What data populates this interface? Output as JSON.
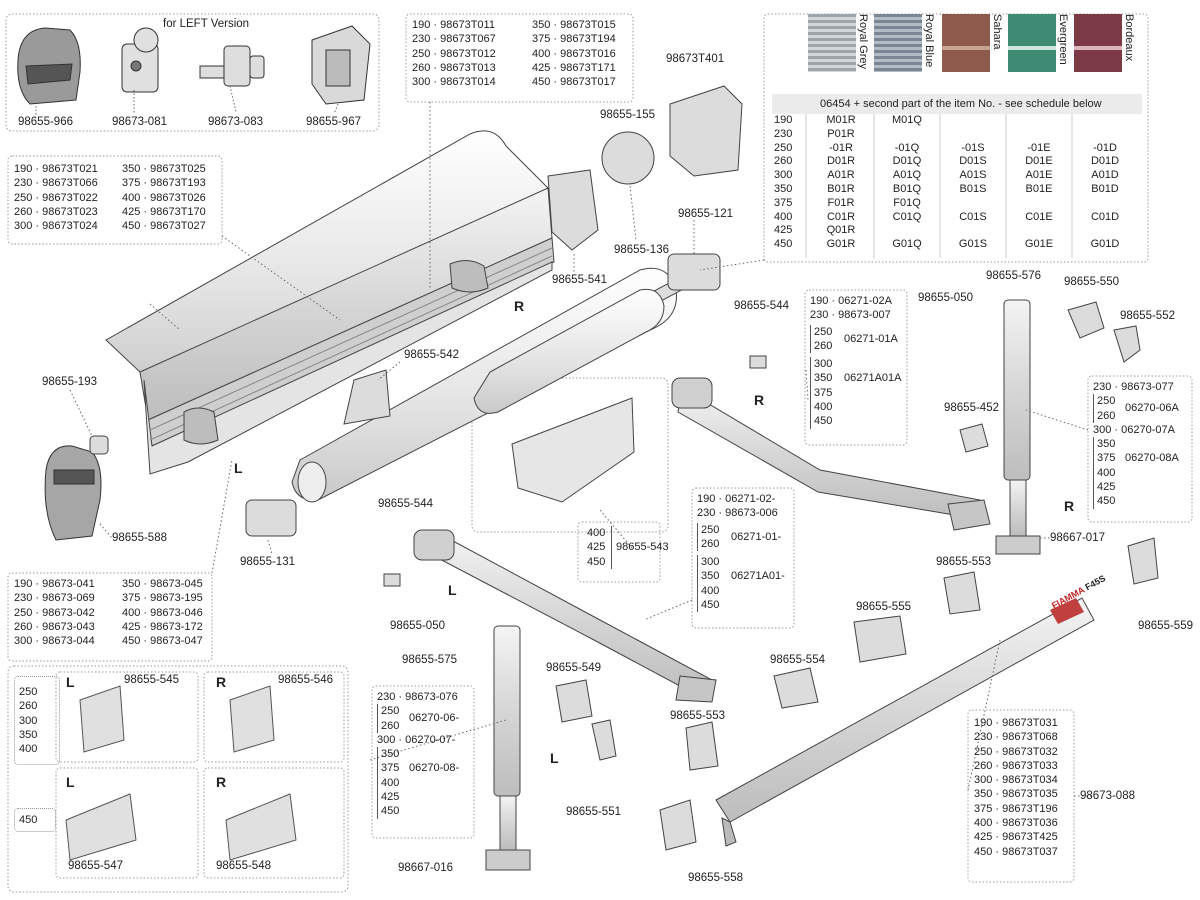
{
  "variants": {
    "left_version": "for LEFT Version"
  },
  "sides": {
    "r": "R",
    "l": "L"
  },
  "parts": {
    "p966": "98655-966",
    "p081": "98673-081",
    "p083": "98673-083",
    "p967": "98655-967",
    "p193": "98655-193",
    "p588": "98655-588",
    "p131": "98655-131",
    "p542": "98655-542",
    "p541": "98655-541",
    "p136": "98655-136",
    "p155": "98655-155",
    "p121": "98655-121",
    "pT401": "98673T401",
    "p544": "98655-544",
    "p543": "98655-543",
    "p050": "98655-050",
    "p575": "98655-575",
    "p576": "98655-576",
    "p550": "98655-550",
    "p552": "98655-552",
    "p452": "98655-452",
    "p017": "98667-017",
    "p559": "98655-559",
    "p553": "98655-553",
    "p555": "98655-555",
    "p554": "98655-554",
    "p549": "98655-549",
    "p551": "98655-551",
    "p558": "98655-558",
    "p016": "98667-016",
    "p088": "98673-088",
    "p545": "98655-545",
    "p546": "98655-546",
    "p547": "98655-547",
    "p548": "98655-548"
  },
  "table_top_rails": [
    [
      "190 · 98673T011",
      "350 · 98673T015"
    ],
    [
      "230 · 98673T067",
      "375 · 98673T194"
    ],
    [
      "250 · 98673T012",
      "400 · 98673T016"
    ],
    [
      "260 · 98673T013",
      "425 · 98673T171"
    ],
    [
      "300 · 98673T014",
      "450 · 98673T017"
    ]
  ],
  "table_cover": [
    [
      "190 · 98673T021",
      "350 · 98673T025"
    ],
    [
      "230 · 98673T066",
      "375 · 98673T193"
    ],
    [
      "250 · 98673T022",
      "400 · 98673T026"
    ],
    [
      "260 · 98673T023",
      "425 · 98673T170"
    ],
    [
      "300 · 98673T024",
      "450 · 98673T027"
    ]
  ],
  "table_bottom_left": [
    [
      "190 · 98673-041",
      "350 · 98673-045"
    ],
    [
      "230 · 98673-069",
      "375 · 98673-195"
    ],
    [
      "250 · 98673-042",
      "400 · 98673-046"
    ],
    [
      "260 · 98673-043",
      "425 · 98673-172"
    ],
    [
      "300 · 98673-044",
      "450 · 98673-047"
    ]
  ],
  "table_front_bar": [
    "190 · 98673T031",
    "230 · 98673T068",
    "250 · 98673T032",
    "260 · 98673T033",
    "300 · 98673T034",
    "350 · 98673T035",
    "375 · 98673T196",
    "400 · 98673T036",
    "425 · 98673T425",
    "450 · 98673T037"
  ],
  "arm_r": {
    "row190": "190 · 06271-02A",
    "row230": "230 · 98673-007",
    "sizes_a": [
      "250",
      "260"
    ],
    "code_a": "06271-01A",
    "sizes_b": [
      "300",
      "350",
      "375",
      "400",
      "450"
    ],
    "code_b": "06271A01A"
  },
  "arm_l": {
    "row190": "190 · 06271-02-",
    "row230": "230 · 98673-006",
    "sizes_a": [
      "250",
      "260"
    ],
    "code_a": "06271-01-",
    "sizes_b": [
      "300",
      "350",
      "400",
      "450"
    ],
    "code_b": "06271A01-"
  },
  "leg_r": {
    "row230": "230 · 98673-077",
    "sizes_a": [
      "250",
      "260"
    ],
    "code_a": "06270-06A",
    "row300": "300 · 06270-07A",
    "sizes_b": [
      "350",
      "375",
      "400",
      "425",
      "450"
    ],
    "code_b": "06270-08A"
  },
  "leg_l": {
    "row230": "230 · 98673-076",
    "sizes_a": [
      "250",
      "260"
    ],
    "code_a": "06270-06-",
    "row300": "300 · 06270-07-",
    "sizes_b": [
      "350",
      "375",
      "400",
      "425",
      "450"
    ],
    "code_b": "06270-08-"
  },
  "box_543": {
    "sizes": [
      "400",
      "425",
      "450"
    ],
    "code": "98655-543"
  },
  "brackets": {
    "sizes_main": [
      "250",
      "260",
      "300",
      "350",
      "400"
    ],
    "size_450": "450"
  },
  "fabric": {
    "colors": [
      {
        "name": "Royal Grey",
        "hex": "#b8bcbf"
      },
      {
        "name": "Royal Blue",
        "hex": "#8d97a3"
      },
      {
        "name": "Sahara",
        "hex": "#8e5a4c"
      },
      {
        "name": "Evergreen",
        "hex": "#3f8a72"
      },
      {
        "name": "Bordeaux",
        "hex": "#7c3a46"
      }
    ],
    "header": "06454 + second part of the item No. - see schedule below",
    "rows": [
      [
        "190",
        "M01R",
        "M01Q",
        "",
        "",
        ""
      ],
      [
        "230",
        "P01R",
        "",
        "",
        "",
        ""
      ],
      [
        "250",
        "-01R",
        "-01Q",
        "-01S",
        "-01E",
        "-01D"
      ],
      [
        "260",
        "D01R",
        "D01Q",
        "D01S",
        "D01E",
        "D01D"
      ],
      [
        "300",
        "A01R",
        "A01Q",
        "A01S",
        "A01E",
        "A01D"
      ],
      [
        "350",
        "B01R",
        "B01Q",
        "B01S",
        "B01E",
        "B01D"
      ],
      [
        "375",
        "F01R",
        "F01Q",
        "",
        "",
        ""
      ],
      [
        "400",
        "C01R",
        "C01Q",
        "C01S",
        "C01E",
        "C01D"
      ],
      [
        "425",
        "Q01R",
        "",
        "",
        "",
        ""
      ],
      [
        "450",
        "G01R",
        "G01Q",
        "G01S",
        "G01E",
        "G01D"
      ]
    ]
  },
  "brand": {
    "logo": "FIAMMA",
    "model": "F45S"
  }
}
